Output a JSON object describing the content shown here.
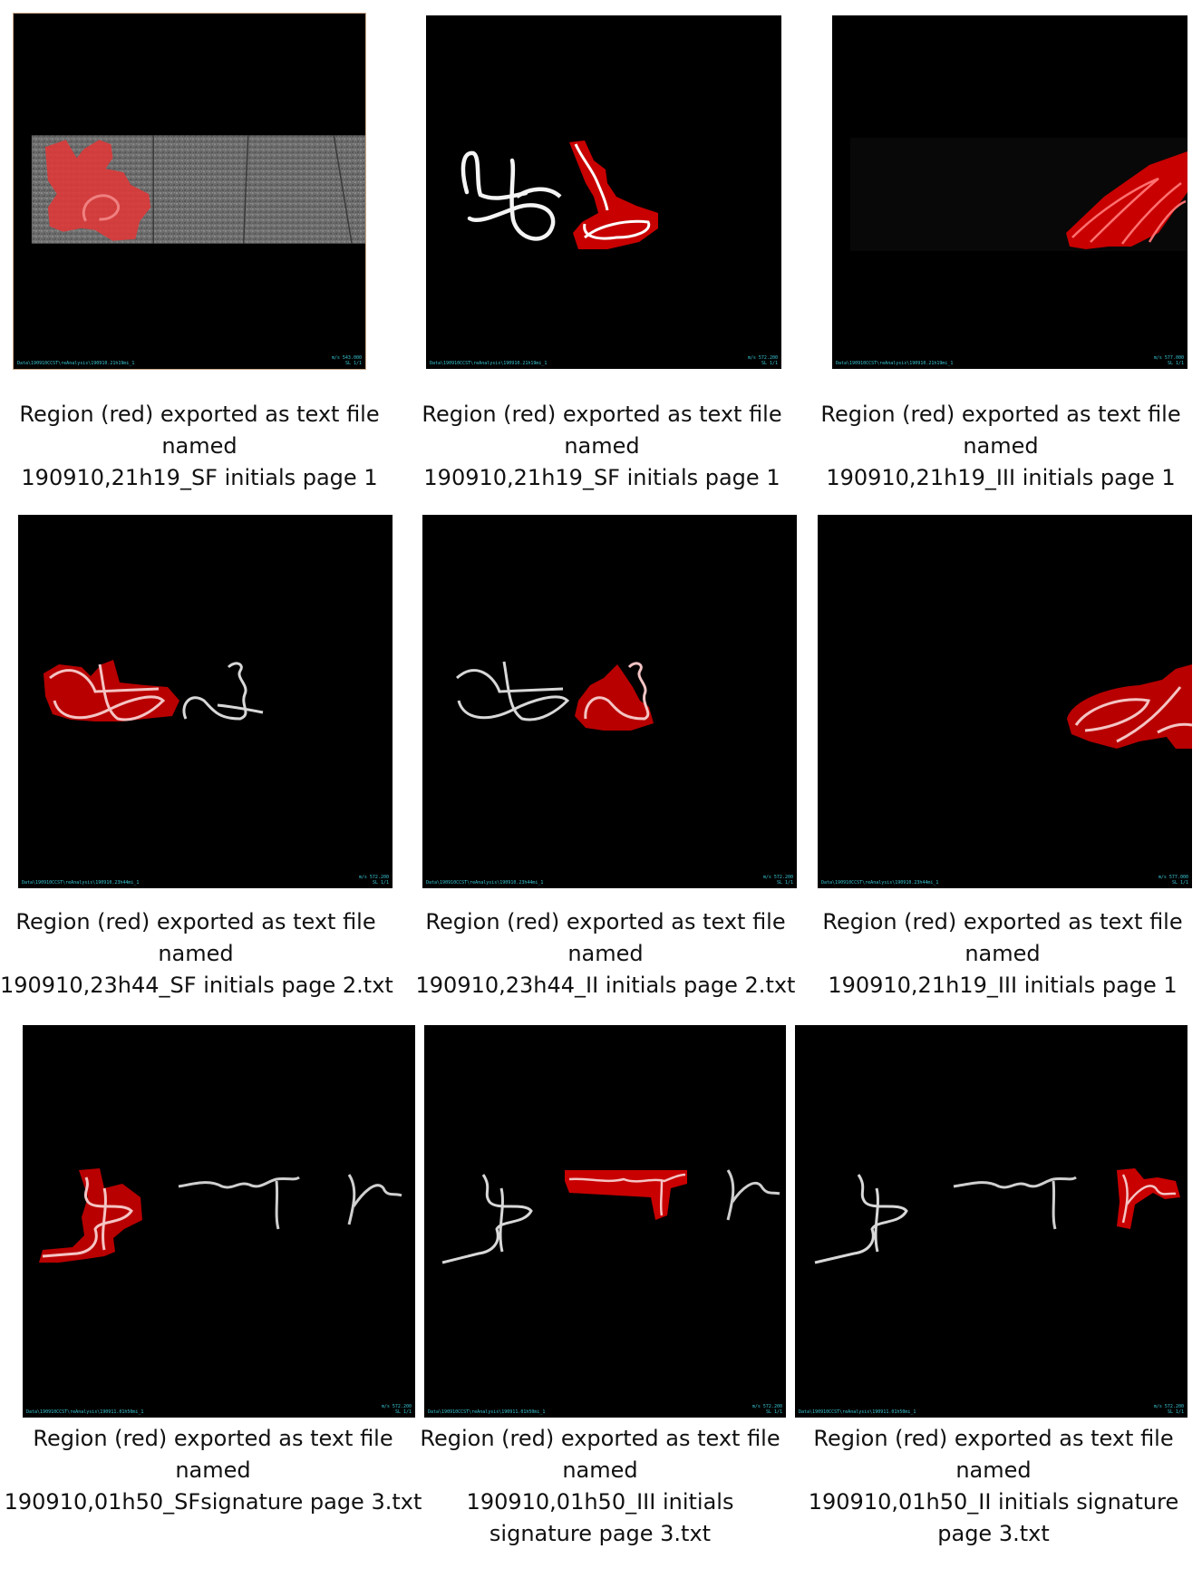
{
  "panels": [
    {
      "caption": [
        "Region (red) exported as text file",
        "named",
        "190910,21h19_SF initials page 1"
      ],
      "overlay_path": "Data\\190910CCST\\reAnalysis\\190910.21h19mi_1",
      "overlay_zoom": [
        "m/s 543.000",
        "SL 1/1"
      ]
    },
    {
      "caption": [
        "Region (red) exported as text file",
        "named",
        "190910,21h19_SF initials page 1"
      ],
      "overlay_path": "Data\\190910CCST\\reAnalysis\\190910.21h19mi_1",
      "overlay_zoom": [
        "m/s 572.200",
        "SL 1/1"
      ]
    },
    {
      "caption": [
        "Region (red) exported as text file",
        "named",
        "190910,21h19_III initials page 1"
      ],
      "overlay_path": "Data\\190910CCST\\reAnalysis\\190910.21h19mi_1",
      "overlay_zoom": [
        "m/s 577.000",
        "SL 1/1"
      ]
    },
    {
      "caption": [
        "Region (red) exported as text file",
        "named",
        "190910,23h44_SF initials page 2.txt"
      ],
      "overlay_path": "Data\\190910CCST\\reAnalysis\\190910.23h44mi_1",
      "overlay_zoom": [
        "m/s 572.200",
        "SL 1/1"
      ]
    },
    {
      "caption": [
        "Region (red) exported as text file",
        "named",
        "190910,23h44_II initials page 2.txt"
      ],
      "overlay_path": "Data\\190910CCST\\reAnalysis\\190910.23h44mi_1",
      "overlay_zoom": [
        "m/s 572.200",
        "SL 1/1"
      ]
    },
    {
      "caption": [
        "Region (red) exported as text file",
        "named",
        "190910,21h19_III initials page 1"
      ],
      "overlay_path": "Data\\190910CCST\\reAnalysis\\190910.23h44mi_1",
      "overlay_zoom": [
        "m/s 577.000",
        "SL 1/1"
      ]
    },
    {
      "caption": [
        "Region (red) exported as text file",
        "named",
        "190910,01h50_SFsignature page 3.txt"
      ],
      "overlay_path": "Data\\190910CCST\\reAnalysis\\190911.01h50mi_1",
      "overlay_zoom": [
        "m/s 572.200",
        "SL 1/1"
      ]
    },
    {
      "caption": [
        "Region (red) exported as text file",
        "named",
        "190910,01h50_III initials",
        "signature page 3.txt"
      ],
      "overlay_path": "Data\\190910CCST\\reAnalysis\\190911.01h50mi_1",
      "overlay_zoom": [
        "m/s 572.200",
        "SL 1/1"
      ]
    },
    {
      "caption": [
        "Region (red) exported as text file",
        "named",
        "190910,01h50_II initials signature",
        "page 3.txt"
      ],
      "overlay_path": "Data\\190910CCST\\reAnalysis\\190911.01h50mi_1",
      "overlay_zoom": [
        "m/s 572.200",
        "SL 1/1"
      ]
    }
  ]
}
